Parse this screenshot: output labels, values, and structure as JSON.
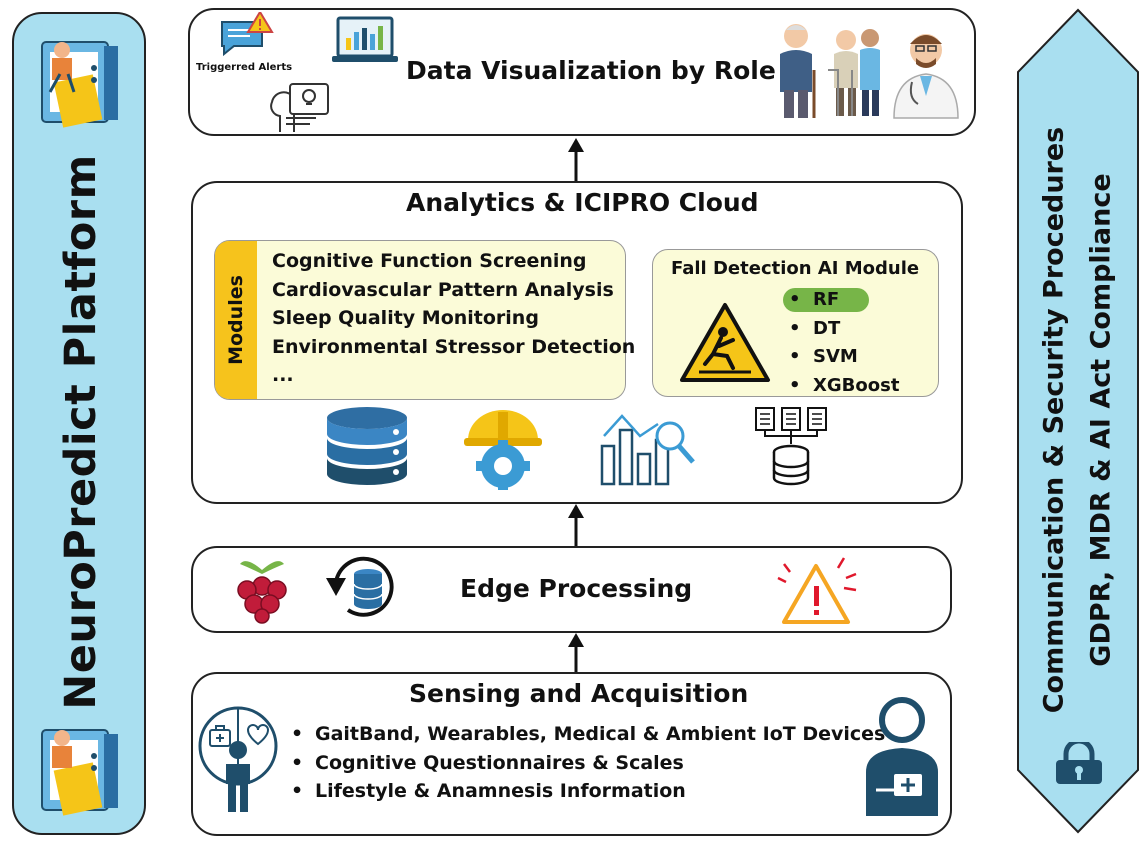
{
  "platform": {
    "title": "NeuroPredict Platform"
  },
  "compliance": {
    "line1": "Communication & Security Procedures",
    "line2": "GDPR, MDR & AI Act Compliance"
  },
  "visualization": {
    "title": "Data Visualization by Role",
    "alerts_label": "Triggerred Alerts"
  },
  "analytics": {
    "title": "Analytics & ICIPRO Cloud",
    "modules_tab": "Modules",
    "modules": [
      "Cognitive Function Screening",
      "Cardiovascular Pattern Analysis",
      "Sleep Quality Monitoring",
      "Environmental Stressor Detection",
      "..."
    ],
    "fall_detection": {
      "title": "Fall Detection AI Module",
      "models": [
        "RF",
        "DT",
        "SVM",
        "XGBoost"
      ],
      "highlighted": "RF"
    }
  },
  "edge": {
    "title": "Edge Processing"
  },
  "sensing": {
    "title": "Sensing and Acquisition",
    "items": [
      "GaitBand, Wearables, Medical & Ambient IoT Devices",
      "Cognitive  Questionnaires & Scales",
      "Lifestyle & Anamnesis Information"
    ]
  },
  "colors": {
    "banner_blue": "#a9dff0",
    "module_tab_yellow": "#f6c31c",
    "panel_cream": "#fbfbd8",
    "rf_highlight": "#77b548",
    "navy": "#1f4e6b",
    "warning_yellow": "#f5c518"
  }
}
